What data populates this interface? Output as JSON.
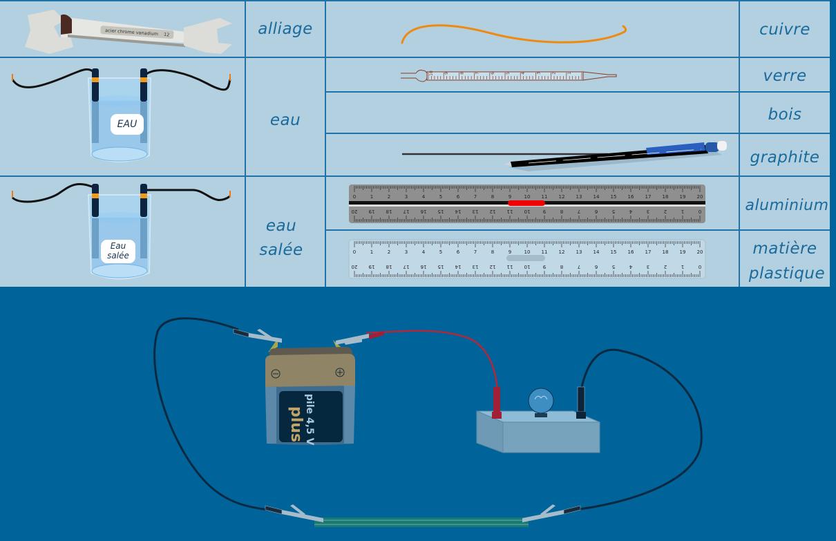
{
  "table": {
    "rows": [
      {
        "liquid_or_object": "wrench",
        "category": "alliage",
        "material": "cuivre"
      },
      {
        "liquid_or_object": "beaker-water",
        "category": "eau",
        "materials": [
          "verre",
          "bois",
          "graphite"
        ]
      },
      {
        "liquid_or_object": "beaker-salt-water",
        "category_line1": "eau",
        "category_line2": "salée",
        "materials": [
          "aluminium",
          "matière plastique"
        ]
      }
    ],
    "labels": {
      "alliage": "alliage",
      "eau": "eau",
      "eau_salee_1": "eau",
      "eau_salee_2": "salée",
      "cuivre": "cuivre",
      "verre": "verre",
      "bois": "bois",
      "graphite": "graphite",
      "aluminium": "aluminium",
      "plastique_1": "matière",
      "plastique_2": "plastique"
    }
  },
  "wrench": {
    "engraving": "acier chrome vanadium",
    "size": "12"
  },
  "beakers": {
    "water_label": "EAU",
    "salt_water_label_1": "Eau",
    "salt_water_label_2": "salée"
  },
  "pipette": {
    "marks": [
      "10",
      "9",
      "8",
      "7",
      "6",
      "5",
      "4",
      "3",
      "2",
      "1"
    ],
    "unit": "mL"
  },
  "rulers": {
    "top_numbers": [
      "0",
      "1",
      "2",
      "3",
      "4",
      "5",
      "6",
      "7",
      "8",
      "9",
      "10",
      "11",
      "12",
      "13",
      "14",
      "15",
      "16",
      "17",
      "18",
      "19",
      "20"
    ],
    "bottom_numbers": [
      "20",
      "19",
      "18",
      "17",
      "16",
      "15",
      "14",
      "13",
      "12",
      "11",
      "10",
      "9",
      "8",
      "7",
      "6",
      "5",
      "4",
      "3",
      "2",
      "1",
      "0"
    ]
  },
  "battery": {
    "line1": "pile 4,5 V",
    "line2": "plus",
    "minus_symbol": "⊖",
    "plus_symbol": "⊕"
  },
  "colors": {
    "background": "#00649b",
    "table_bg": "#b3d0e1",
    "grid_line": "#1f73a8",
    "label_text": "#1a6a9c",
    "copper": "#ee8a12",
    "red_wire": "#b0283c",
    "black_wire": "#0b2940"
  }
}
